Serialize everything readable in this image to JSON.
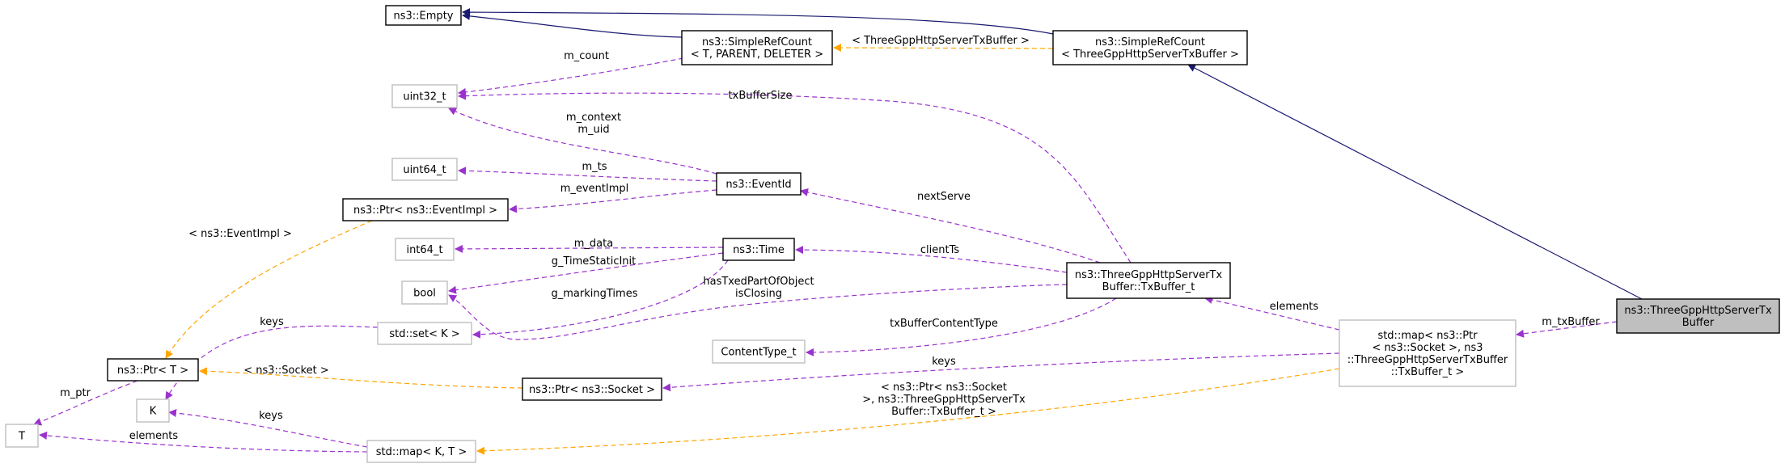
{
  "colors": {
    "inherit": "#191970",
    "member": "#9a32cd",
    "template": "#ffa500",
    "node_border": "#000000",
    "node_border_dim": "#bfbfbf",
    "node_focus_fill": "#bfbfbf",
    "node_fill": "#ffffff"
  },
  "nodes": [
    {
      "id": "empty",
      "lines": [
        "ns3::Empty"
      ],
      "style": "class"
    },
    {
      "id": "srcT",
      "lines": [
        "ns3::SimpleRefCount",
        "< T, PARENT, DELETER >"
      ],
      "style": "class"
    },
    {
      "id": "srcTx",
      "lines": [
        "ns3::SimpleRefCount",
        "< ThreeGppHttpServerTxBuffer >"
      ],
      "style": "class"
    },
    {
      "id": "u32",
      "lines": [
        "uint32_t"
      ],
      "style": "dim"
    },
    {
      "id": "u64",
      "lines": [
        "uint64_t"
      ],
      "style": "dim"
    },
    {
      "id": "ptrEI",
      "lines": [
        "ns3::Ptr< ns3::EventImpl >"
      ],
      "style": "class"
    },
    {
      "id": "evid",
      "lines": [
        "ns3::EventId"
      ],
      "style": "class"
    },
    {
      "id": "i64",
      "lines": [
        "int64_t"
      ],
      "style": "dim"
    },
    {
      "id": "time",
      "lines": [
        "ns3::Time"
      ],
      "style": "class"
    },
    {
      "id": "bool",
      "lines": [
        "bool"
      ],
      "style": "dim"
    },
    {
      "id": "setK",
      "lines": [
        "std::set< K >"
      ],
      "style": "dim"
    },
    {
      "id": "txbt",
      "lines": [
        "ns3::ThreeGppHttpServerTx",
        "Buffer::TxBuffer_t"
      ],
      "style": "class"
    },
    {
      "id": "ctype",
      "lines": [
        "ContentType_t"
      ],
      "style": "dim"
    },
    {
      "id": "ptrT",
      "lines": [
        "ns3::Ptr< T >"
      ],
      "style": "class"
    },
    {
      "id": "ptrSock",
      "lines": [
        "ns3::Ptr< ns3::Socket >"
      ],
      "style": "class"
    },
    {
      "id": "K",
      "lines": [
        "K"
      ],
      "style": "dim"
    },
    {
      "id": "T",
      "lines": [
        "T"
      ],
      "style": "dim"
    },
    {
      "id": "mapKT",
      "lines": [
        "std::map< K, T >"
      ],
      "style": "dim"
    },
    {
      "id": "mapBig",
      "lines": [
        "std::map< ns3::Ptr",
        "< ns3::Socket >, ns3",
        "::ThreeGppHttpServerTxBuffer",
        "::TxBuffer_t >"
      ],
      "style": "dim"
    },
    {
      "id": "focus",
      "lines": [
        "ns3::ThreeGppHttpServerTx",
        "Buffer"
      ],
      "style": "focus"
    }
  ],
  "edges": [
    {
      "id": "e-srcT-empty",
      "kind": "inherit",
      "labels": []
    },
    {
      "id": "e-srcTx-empty",
      "kind": "inherit",
      "labels": []
    },
    {
      "id": "e-srcTx-srcT",
      "kind": "template",
      "labels": [
        "< ThreeGppHttpServerTxBuffer >"
      ]
    },
    {
      "id": "e-focus-srcTx",
      "kind": "inherit",
      "labels": []
    },
    {
      "id": "e-srcT-u32",
      "kind": "member",
      "labels": [
        "m_count"
      ]
    },
    {
      "id": "e-txbt-u32",
      "kind": "member",
      "labels": [
        "txBufferSize"
      ]
    },
    {
      "id": "e-evid-u32",
      "kind": "member",
      "labels": [
        "m_context",
        "m_uid"
      ]
    },
    {
      "id": "e-evid-u64",
      "kind": "member",
      "labels": [
        "m_ts"
      ]
    },
    {
      "id": "e-evid-ptrEI",
      "kind": "member",
      "labels": [
        "m_eventImpl"
      ]
    },
    {
      "id": "e-ptrEI-ptrT",
      "kind": "template",
      "labels": [
        "< ns3::EventImpl >"
      ]
    },
    {
      "id": "e-txbt-evid",
      "kind": "member",
      "labels": [
        "nextServe"
      ]
    },
    {
      "id": "e-time-i64",
      "kind": "member",
      "labels": [
        "m_data"
      ]
    },
    {
      "id": "e-time-bool",
      "kind": "member",
      "labels": [
        "g_TimeStaticInit"
      ]
    },
    {
      "id": "e-time-setK",
      "kind": "member",
      "labels": [
        "g_markingTimes"
      ]
    },
    {
      "id": "e-txbt-time",
      "kind": "member",
      "labels": [
        "clientTs"
      ]
    },
    {
      "id": "e-txbt-bool",
      "kind": "member",
      "labels": [
        "hasTxedPartOfObject",
        "isClosing"
      ]
    },
    {
      "id": "e-setK-K",
      "kind": "member",
      "labels": [
        "keys"
      ]
    },
    {
      "id": "e-txbt-ctype",
      "kind": "member",
      "labels": [
        "txBufferContentType"
      ]
    },
    {
      "id": "e-mapBig-txbt",
      "kind": "member",
      "labels": [
        "elements"
      ]
    },
    {
      "id": "e-ptrSock-ptrT",
      "kind": "template",
      "labels": [
        "< ns3::Socket >"
      ]
    },
    {
      "id": "e-mapBig-ptrSock",
      "kind": "member",
      "labels": [
        "keys"
      ]
    },
    {
      "id": "e-ptrT-T",
      "kind": "member",
      "labels": [
        "m_ptr"
      ]
    },
    {
      "id": "e-mapKT-K",
      "kind": "member",
      "labels": [
        "keys"
      ]
    },
    {
      "id": "e-mapKT-T",
      "kind": "member",
      "labels": [
        "elements"
      ]
    },
    {
      "id": "e-mapBig-mapKT",
      "kind": "template",
      "labels": [
        "< ns3::Ptr< ns3::Socket",
        ">, ns3::ThreeGppHttpServerTx",
        "Buffer::TxBuffer_t >"
      ]
    },
    {
      "id": "e-focus-mapBig",
      "kind": "member",
      "labels": [
        "m_txBuffer"
      ]
    }
  ]
}
